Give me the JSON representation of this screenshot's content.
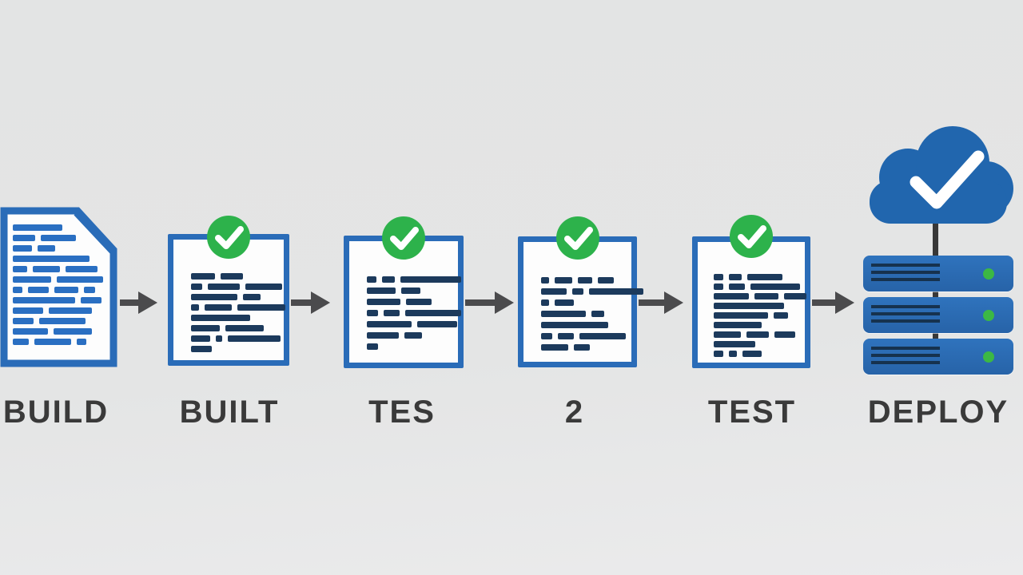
{
  "title": "CI/CD pipeline diagram",
  "colors": {
    "background": "#e4e5e5",
    "doc_border_blue": "#2a6cb8",
    "doc_fill": "#fdfdfd",
    "doc_line_blue": "#2a6fc2",
    "doc_line_navy": "#1c3a5c",
    "check_green": "#2db24b",
    "status_dot_green": "#3cb844",
    "arrow_gray": "#4b4b4d",
    "label_gray": "#3a3a3a",
    "cloud_blue": "#2166ae",
    "server_blue": "#2a6cb5",
    "server_stripe_navy": "#16324e",
    "connector_dark": "#383838"
  },
  "stages": [
    {
      "label": "BUILD",
      "icon": "document-folded-corner",
      "checked": false,
      "line_style": "blue",
      "rows": [
        [
          62
        ],
        [
          28,
          44
        ],
        [
          24,
          22
        ],
        [
          96
        ],
        [
          18,
          34,
          40
        ],
        [
          48,
          58
        ],
        [
          12,
          26,
          30,
          14
        ],
        [
          78,
          26
        ],
        [
          38,
          54
        ],
        [
          26,
          58
        ],
        [
          44,
          48
        ],
        [
          20,
          46,
          12
        ]
      ]
    },
    {
      "label": "BUILT",
      "icon": "document",
      "checked": true,
      "line_style": "navy",
      "rows": [
        [
          30,
          28
        ],
        [
          14,
          40,
          46
        ],
        [
          58,
          22
        ],
        [
          10,
          34,
          60
        ],
        [
          74
        ],
        [
          36,
          48
        ],
        [
          24,
          8,
          66
        ],
        [
          26
        ]
      ]
    },
    {
      "label": "TES",
      "icon": "document",
      "checked": true,
      "line_style": "navy",
      "rows": [
        [
          12,
          16,
          76
        ],
        [
          36,
          24
        ],
        [
          42,
          32
        ],
        [
          14,
          20,
          70
        ],
        [
          56,
          50
        ],
        [
          40,
          22
        ],
        [
          14
        ]
      ]
    },
    {
      "label": "2",
      "icon": "document",
      "checked": true,
      "line_style": "navy",
      "rows": [
        [
          10,
          22,
          18,
          20
        ],
        [
          32,
          14,
          68
        ],
        [
          10,
          24
        ],
        [
          56,
          16
        ],
        [
          84
        ],
        [
          14,
          20,
          58
        ],
        [
          34,
          20
        ]
      ]
    },
    {
      "label": "TEST",
      "icon": "document",
      "checked": true,
      "line_style": "navy",
      "rows": [
        [
          12,
          16,
          44
        ],
        [
          12,
          20,
          62
        ],
        [
          44,
          30,
          28
        ],
        [
          88
        ],
        [
          68,
          18
        ],
        [
          60
        ],
        [
          34,
          28,
          26
        ],
        [
          52
        ],
        [
          12,
          10,
          24
        ]
      ]
    },
    {
      "label": "DEPLOY",
      "icon": "cloud-check-servers",
      "checked": true,
      "servers": {
        "count": 3,
        "stripes_per_server": 4,
        "status_dot_color": "green"
      }
    }
  ],
  "arrows": {
    "count": 5,
    "direction": "right"
  }
}
